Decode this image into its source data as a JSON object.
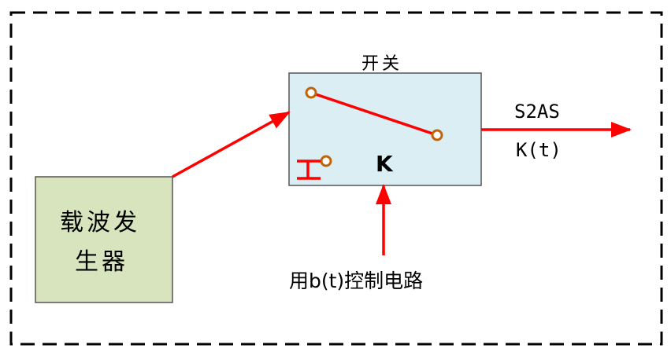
{
  "carrier": {
    "label_line1": "载波发",
    "label_line2": "生器"
  },
  "switch": {
    "title": "开关",
    "k_label": "K"
  },
  "output": {
    "label_top": "S2AS",
    "label_bottom": "K(t)"
  },
  "control": {
    "label": "用b(t)控制电路"
  },
  "colors": {
    "arrow": "#ff0000",
    "switch_fill": "#dbeef4",
    "carrier_fill": "#d7e4bd",
    "contact": "#c0640a"
  }
}
